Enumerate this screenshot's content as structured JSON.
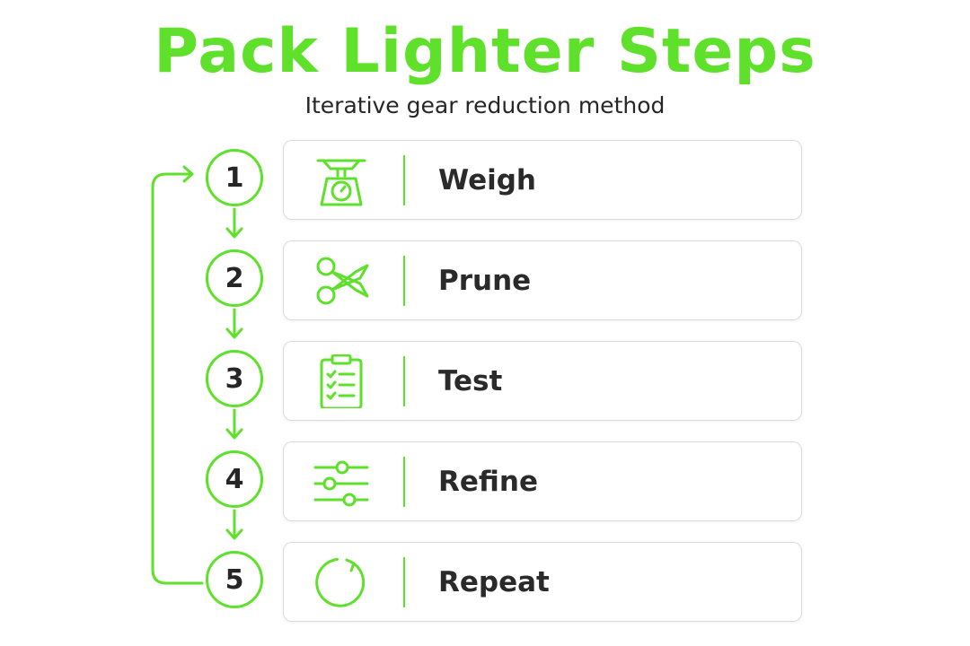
{
  "title": "Pack Lighter Steps",
  "subtitle": "Iterative gear reduction method",
  "colors": {
    "accent": "#5fe12c",
    "text": "#262626",
    "border": "#dcdcdc"
  },
  "steps": [
    {
      "number": "1",
      "label": "Weigh",
      "icon": "scale-icon"
    },
    {
      "number": "2",
      "label": "Prune",
      "icon": "scissors-icon"
    },
    {
      "number": "3",
      "label": "Test",
      "icon": "clipboard-checklist-icon"
    },
    {
      "number": "4",
      "label": "Refine",
      "icon": "sliders-icon"
    },
    {
      "number": "5",
      "label": "Repeat",
      "icon": "refresh-icon"
    }
  ]
}
